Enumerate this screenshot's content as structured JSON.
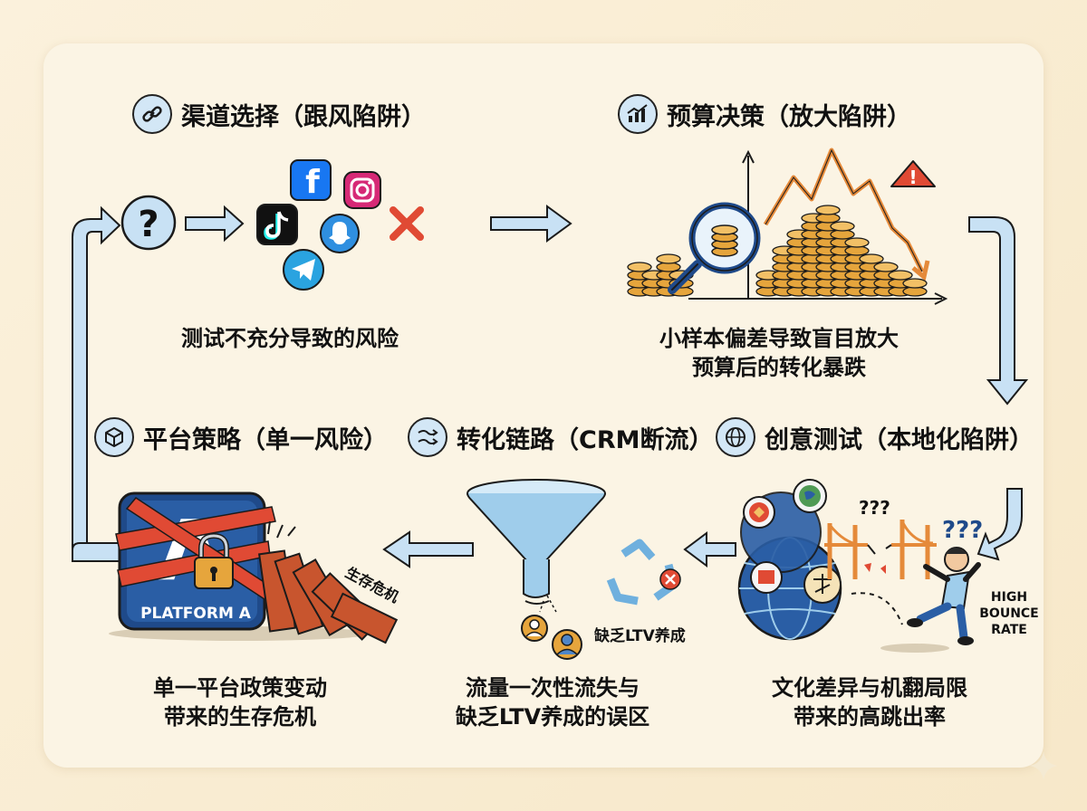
{
  "sections": {
    "channel": {
      "title": "渠道选择（跟风陷阱）",
      "desc": "测试不充分导致的风险",
      "icon": "link-icon"
    },
    "budget": {
      "title": "预算决策（放大陷阱）",
      "desc_line1": "小样本偏差导致盲目放大",
      "desc_line2": "预算后的转化暴跌",
      "icon": "chart-icon"
    },
    "creative": {
      "title": "创意测试（本地化陷阱）",
      "desc_line1": "文化差异与机翻局限",
      "desc_line2": "带来的高跳出率",
      "icon": "globe-icon",
      "q_marks_1": "???",
      "q_marks_2": "???",
      "bounce_line1": "HIGH",
      "bounce_line2": "BOUNCE",
      "bounce_line3": "RATE"
    },
    "conversion": {
      "title": "转化链路（CRM断流）",
      "desc_line1": "流量一次性流失与",
      "desc_line2": "缺乏LTV养成的误区",
      "icon": "flow-icon",
      "ltv_label": "缺乏LTV养成"
    },
    "platform": {
      "title": "平台策略（单一风险）",
      "desc_line1": "单一平台政策变动",
      "desc_line2": "带来的生存危机",
      "icon": "cube-icon",
      "box_letter": "A",
      "box_label": "PLATFORM A",
      "crisis_label": "生存危机"
    }
  },
  "colors": {
    "arrow": "#c8e1f4",
    "arrow_stroke": "#1b1b1b",
    "icon_bg": "#d3e7f6",
    "red": "#e04a34",
    "orange": "#e58a3a",
    "coin": "#e6a53c",
    "blue_dark": "#1f4a8a"
  }
}
